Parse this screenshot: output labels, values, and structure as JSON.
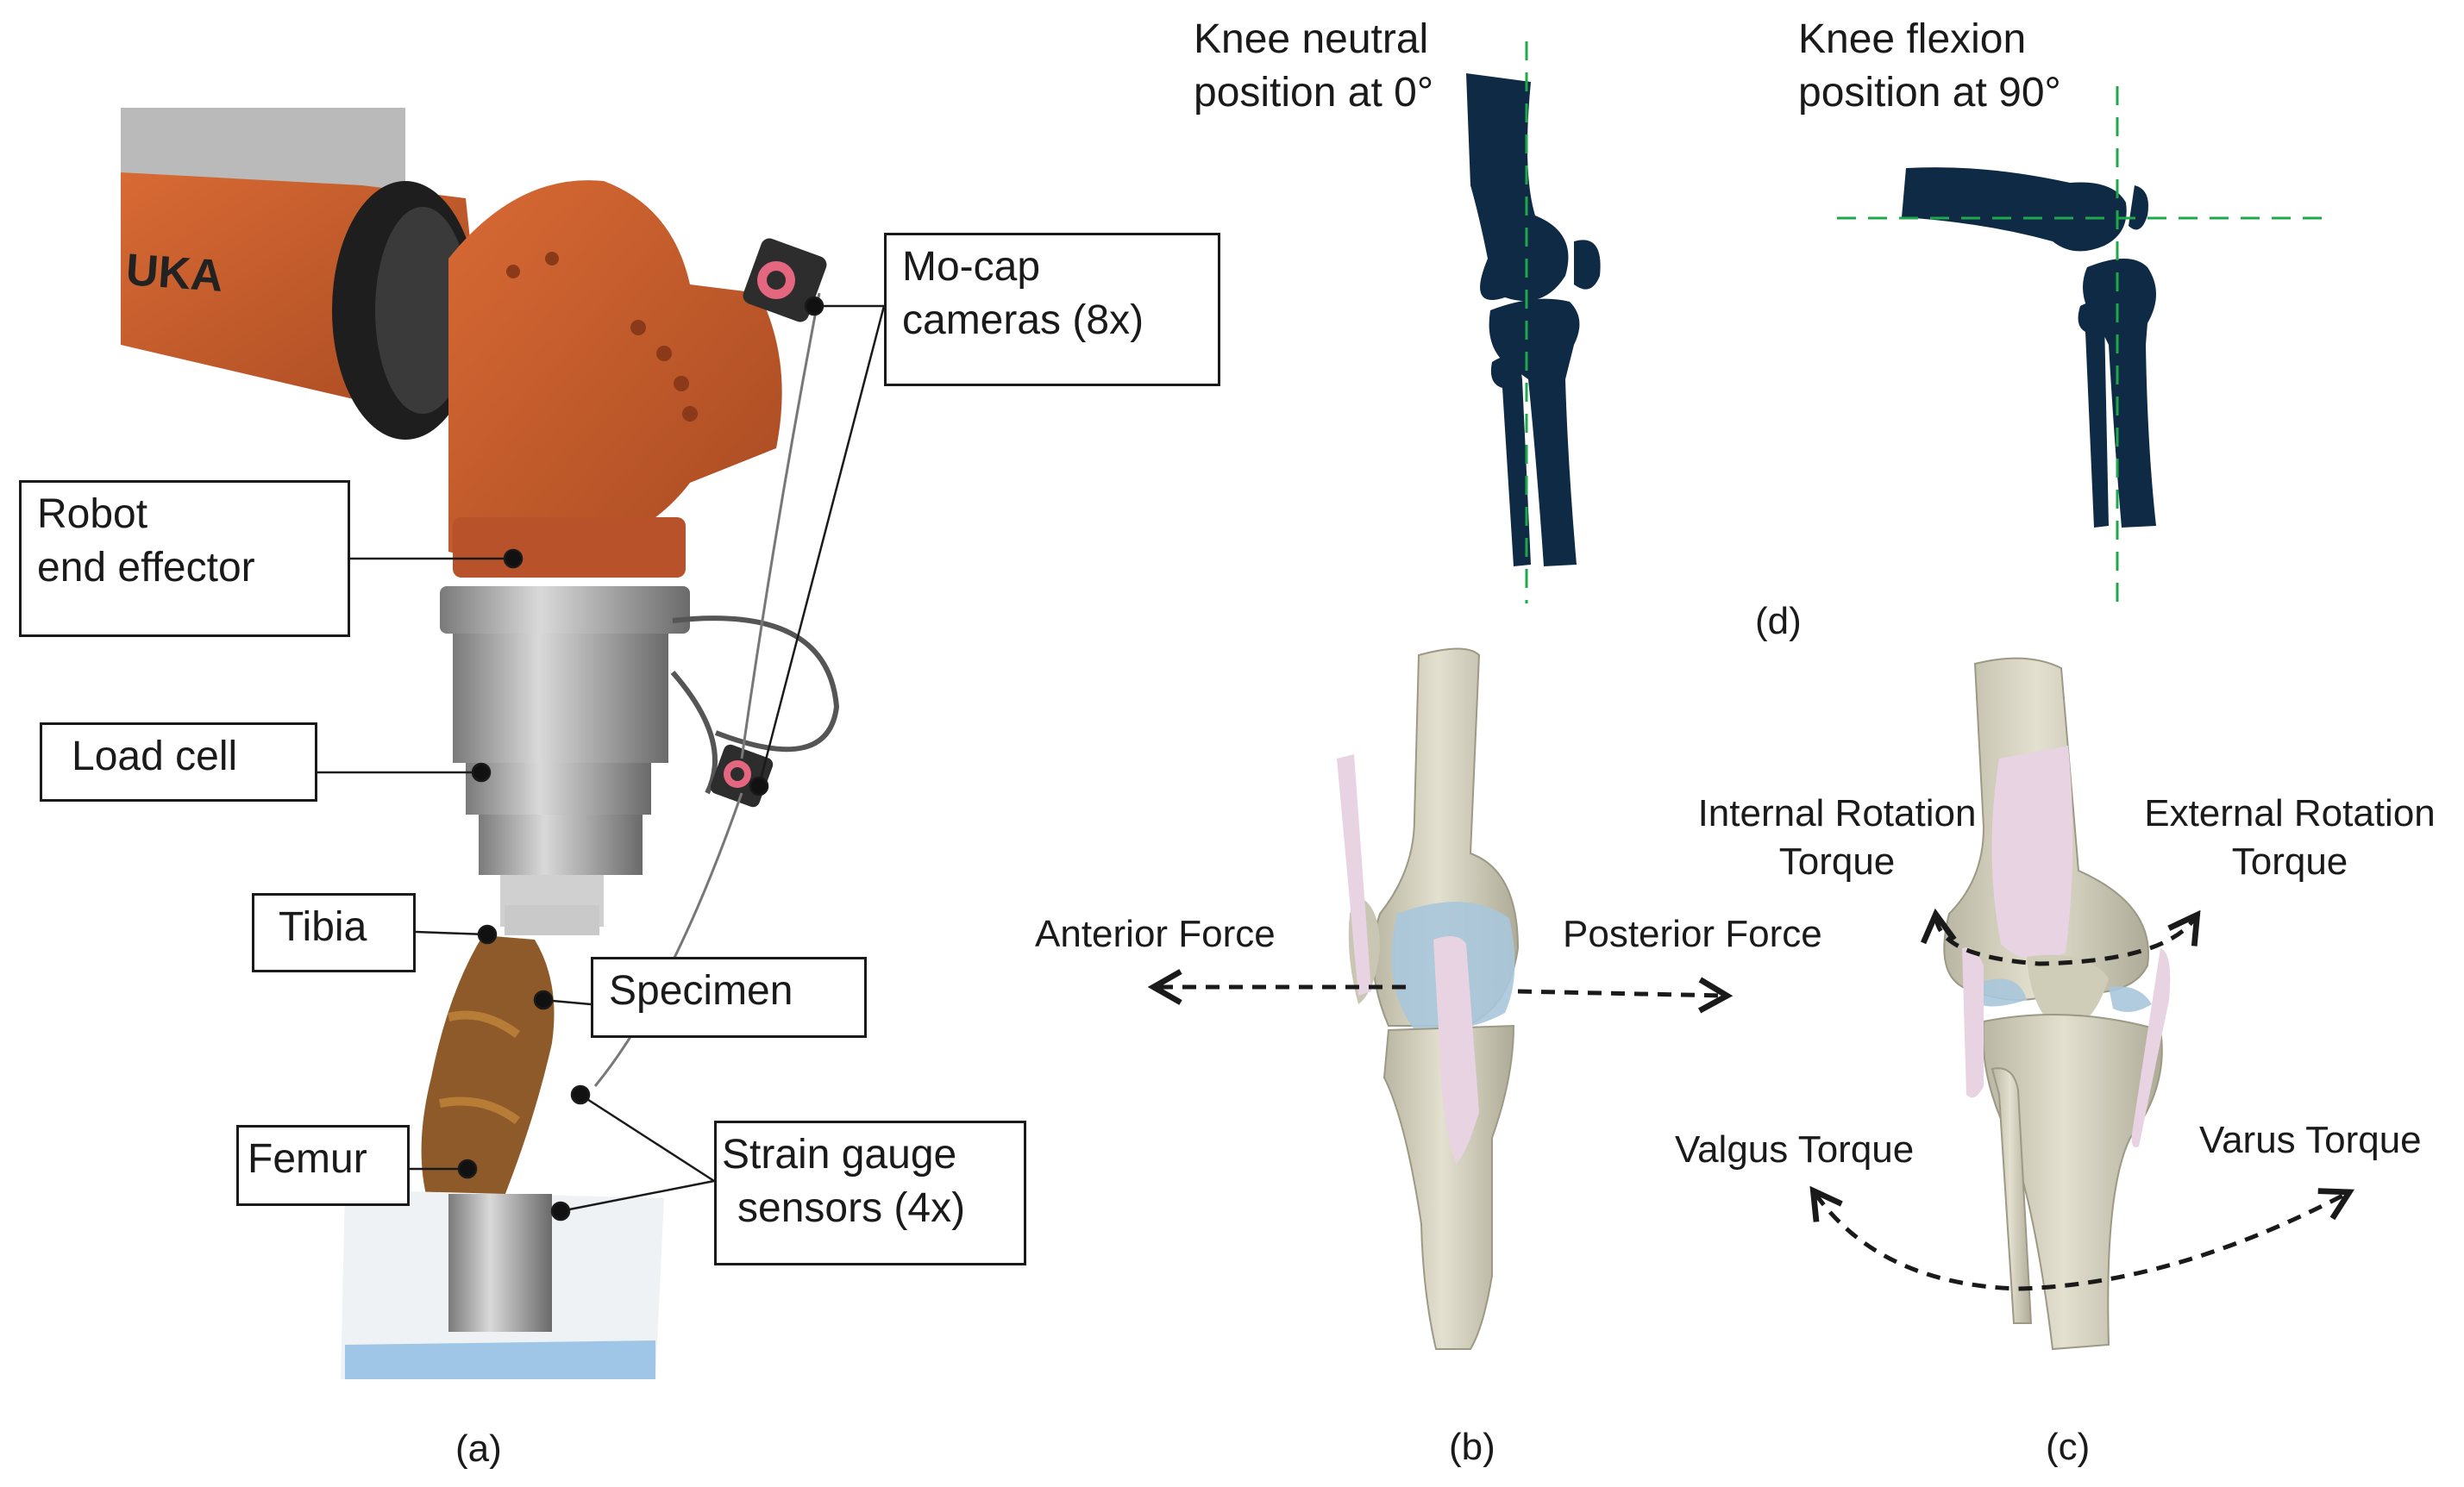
{
  "panel_a": {
    "caption": "(a)",
    "robot_brand": "UKA",
    "labels": {
      "mocap": [
        "Mo-cap",
        "cameras (8x)"
      ],
      "robot_end_effector": [
        "Robot",
        "end effector"
      ],
      "load_cell": "Load cell",
      "tibia": "Tibia",
      "specimen": "Specimen",
      "femur": "Femur",
      "strain_gauge": [
        "Strain gauge",
        "sensors (4x)"
      ]
    }
  },
  "panel_b": {
    "caption": "(b)",
    "anterior_force": "Anterior Force",
    "posterior_force": "Posterior Force"
  },
  "panel_c": {
    "caption": "(c)",
    "internal_rotation": [
      "Internal Rotation",
      "Torque"
    ],
    "external_rotation": [
      "External Rotation",
      "Torque"
    ],
    "valgus": "Valgus Torque",
    "varus": "Varus Torque"
  },
  "panel_d": {
    "caption": "(d)",
    "neutral": [
      "Knee neutral",
      "position at 0°"
    ],
    "flexion": [
      "Knee flexion",
      "position at 90°"
    ]
  },
  "colors": {
    "bone_dark": "#0f2a45",
    "guide_green": "#1fa84a",
    "robot_orange": "#c0582a",
    "bone_light": "#d9d6c4",
    "cartilage_blue": "#a9c7da",
    "ligament_pink": "#e8d3e2"
  }
}
